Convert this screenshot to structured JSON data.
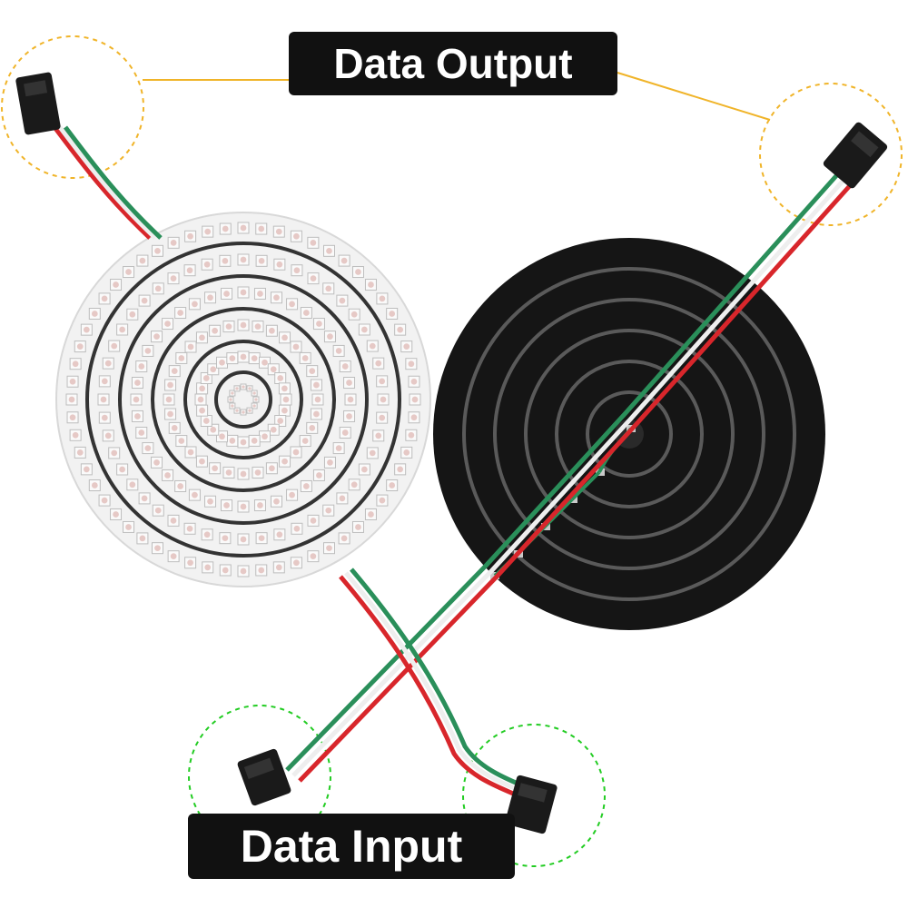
{
  "labels": {
    "output": "Data Output",
    "input": "Data Input"
  },
  "colors": {
    "output_callout": "#f0b429",
    "input_callout": "#22cc22",
    "label_bg": "#111111",
    "label_text": "#ffffff",
    "pcb_white": "#f2f2f2",
    "pcb_black": "#151515",
    "wire_red": "#d8262b",
    "wire_green": "#2a8f5a",
    "wire_white": "#eeeeee"
  },
  "boards": {
    "front_rings": 5,
    "back_rings": 5
  }
}
